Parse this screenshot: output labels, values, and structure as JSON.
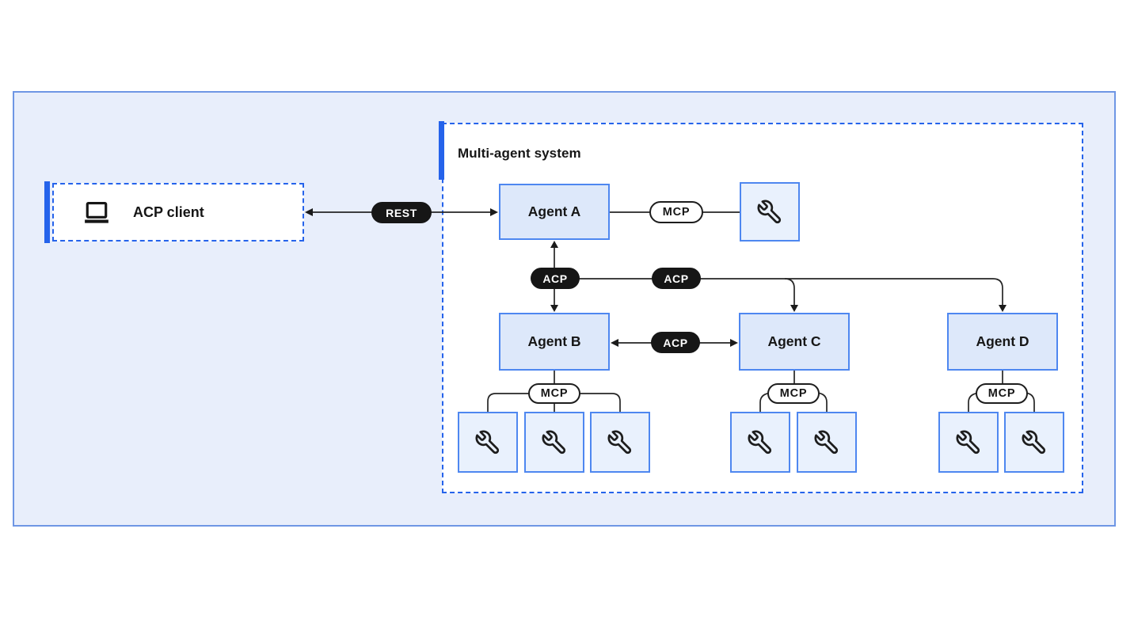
{
  "acp_client": {
    "label": "ACP client",
    "icon": "laptop"
  },
  "multi_agent_system": {
    "title": "Multi-agent system"
  },
  "agents": [
    {
      "id": "agent-a",
      "label": "Agent A",
      "tool_count": 1
    },
    {
      "id": "agent-b",
      "label": "Agent B",
      "tool_count": 3
    },
    {
      "id": "agent-c",
      "label": "Agent C",
      "tool_count": 2
    },
    {
      "id": "agent-d",
      "label": "Agent D",
      "tool_count": 2
    }
  ],
  "protocol_labels": {
    "rest": "REST",
    "acp": "ACP",
    "mcp": "MCP"
  },
  "connections": [
    {
      "from": "ACP client",
      "to": "Agent A",
      "protocol": "REST",
      "style": "bidirectional-arrow"
    },
    {
      "from": "Agent A",
      "to": "Agent B",
      "protocol": "ACP",
      "style": "bidirectional-arrow"
    },
    {
      "from": "Agent A",
      "to": "Agent C",
      "protocol": "ACP",
      "style": "arrow"
    },
    {
      "from": "Agent A",
      "to": "Agent D",
      "protocol": "ACP",
      "style": "arrow"
    },
    {
      "from": "Agent B",
      "to": "Agent C",
      "protocol": "ACP",
      "style": "bidirectional-arrow"
    },
    {
      "from": "Agent A",
      "to": "tools",
      "protocol": "MCP",
      "style": "line"
    },
    {
      "from": "Agent B",
      "to": "tools",
      "protocol": "MCP",
      "style": "line"
    },
    {
      "from": "Agent C",
      "to": "tools",
      "protocol": "MCP",
      "style": "line"
    },
    {
      "from": "Agent D",
      "to": "tools",
      "protocol": "MCP",
      "style": "line"
    }
  ],
  "colors": {
    "canvas_bg": "#ffffff",
    "outer_fill": "#e8eefb",
    "outer_border": "#6e96e4",
    "dashed_border": "#2563eb",
    "accent_bar": "#2563eb",
    "agent_fill": "#dde8fa",
    "agent_border": "#4e87f0",
    "tool_fill": "#e9f1fd",
    "pill_dark_bg": "#161616",
    "pill_light_border": "#1d1d1d",
    "line": "#252525",
    "text": "#161616"
  }
}
